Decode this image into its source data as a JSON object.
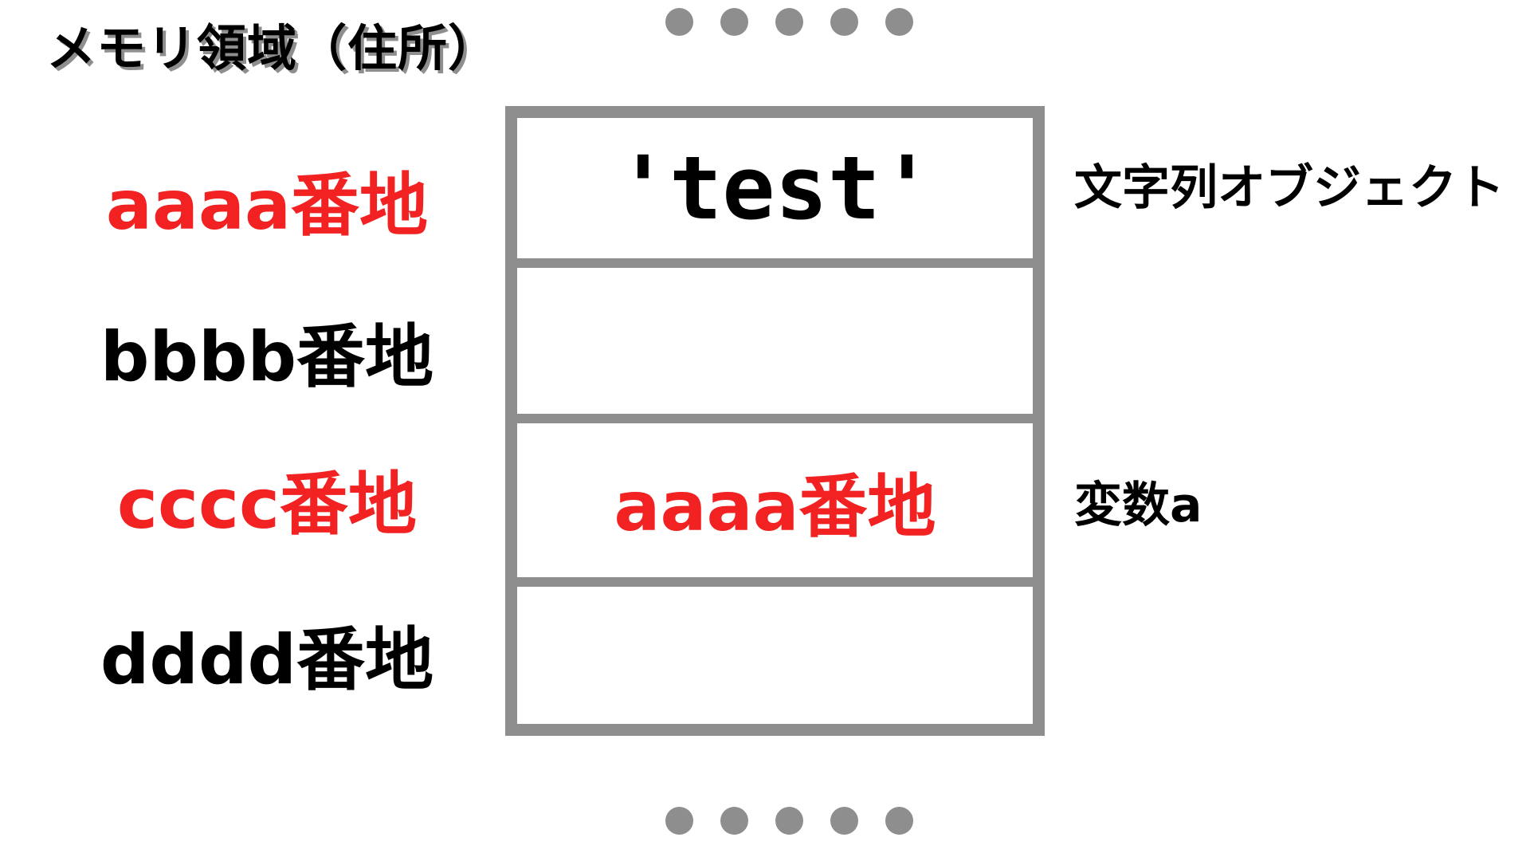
{
  "title": "メモリ領域（住所）",
  "colors": {
    "highlight": "#f22222",
    "normal": "#000000",
    "frame": "#8e8e8e"
  },
  "addresses": [
    {
      "label": "aaaa番地",
      "color": "#f22222"
    },
    {
      "label": "bbbb番地",
      "color": "#000000"
    },
    {
      "label": "cccc番地",
      "color": "#f22222"
    },
    {
      "label": "dddd番地",
      "color": "#000000"
    }
  ],
  "cells": [
    {
      "content": "'test'",
      "color": "#000000",
      "annotation": "文字列オブジェクト"
    },
    {
      "content": "",
      "color": "#000000",
      "annotation": ""
    },
    {
      "content": "aaaa番地",
      "color": "#f22222",
      "annotation": "変数a"
    },
    {
      "content": "",
      "color": "#000000",
      "annotation": ""
    }
  ]
}
